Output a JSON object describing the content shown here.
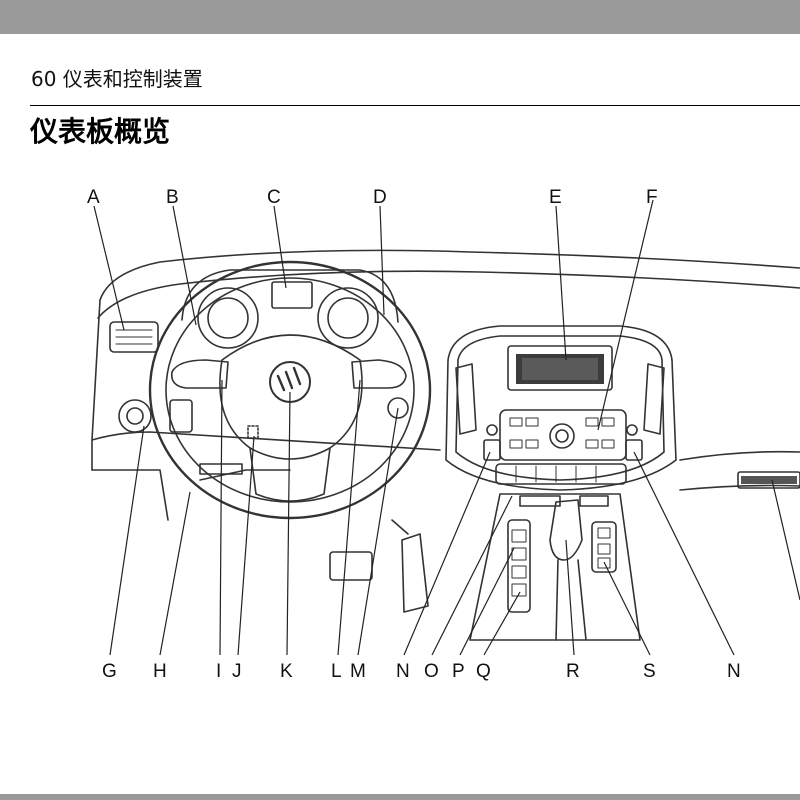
{
  "page": {
    "running_header": "60 仪表和控制装置",
    "section_title": "仪表板概览"
  },
  "colors": {
    "bars": "#9a9a9a",
    "line_art": "#333333",
    "screen": "#3c3c3c"
  },
  "callouts": {
    "top": [
      "A",
      "B",
      "C",
      "D",
      "E",
      "F"
    ],
    "bottom": [
      "G",
      "H",
      "I",
      "J",
      "K",
      "L",
      "M",
      "N",
      "O",
      "P",
      "Q",
      "R",
      "S",
      "N"
    ]
  }
}
